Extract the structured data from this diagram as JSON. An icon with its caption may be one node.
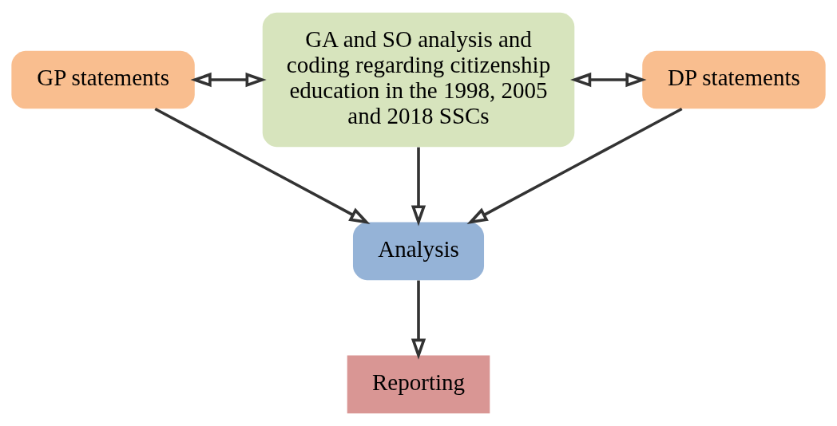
{
  "diagram": {
    "nodes": [
      {
        "text": [
          "GP statements"
        ]
      },
      {
        "text": [
          "GA and SO analysis and coding regarding citizenship education in the 1998, 2005 and 2018 SSCs"
        ]
      },
      {
        "text": [
          "DP statements"
        ]
      },
      {
        "text": [
          "Analysis"
        ]
      },
      {
        "text": [
          "Reporting"
        ]
      }
    ],
    "edges": [
      {
        "from": 0,
        "to": 1,
        "arrow": "both"
      },
      {
        "from": 1,
        "to": 2,
        "arrow": "both"
      },
      {
        "from": 0,
        "to": 3,
        "arrow": "to"
      },
      {
        "from": 1,
        "to": 3,
        "arrow": "to"
      },
      {
        "from": 2,
        "to": 3,
        "arrow": "to"
      },
      {
        "from": 3,
        "to": 4,
        "arrow": "to"
      }
    ]
  }
}
